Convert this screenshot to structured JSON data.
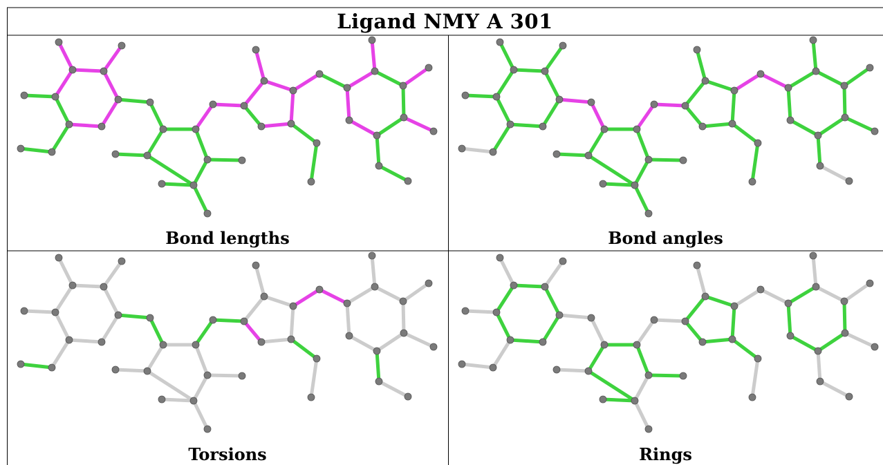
{
  "title": "Ligand NMY A 301",
  "panels": [
    {
      "caption": "Bond lengths"
    },
    {
      "caption": "Bond angles"
    },
    {
      "caption": "Torsions"
    },
    {
      "caption": "Rings"
    }
  ],
  "colors": {
    "ok": "#3ed23e",
    "outlier": "#e642e6",
    "neutral": "#cccccc",
    "atom": "#7a7a7a"
  }
}
